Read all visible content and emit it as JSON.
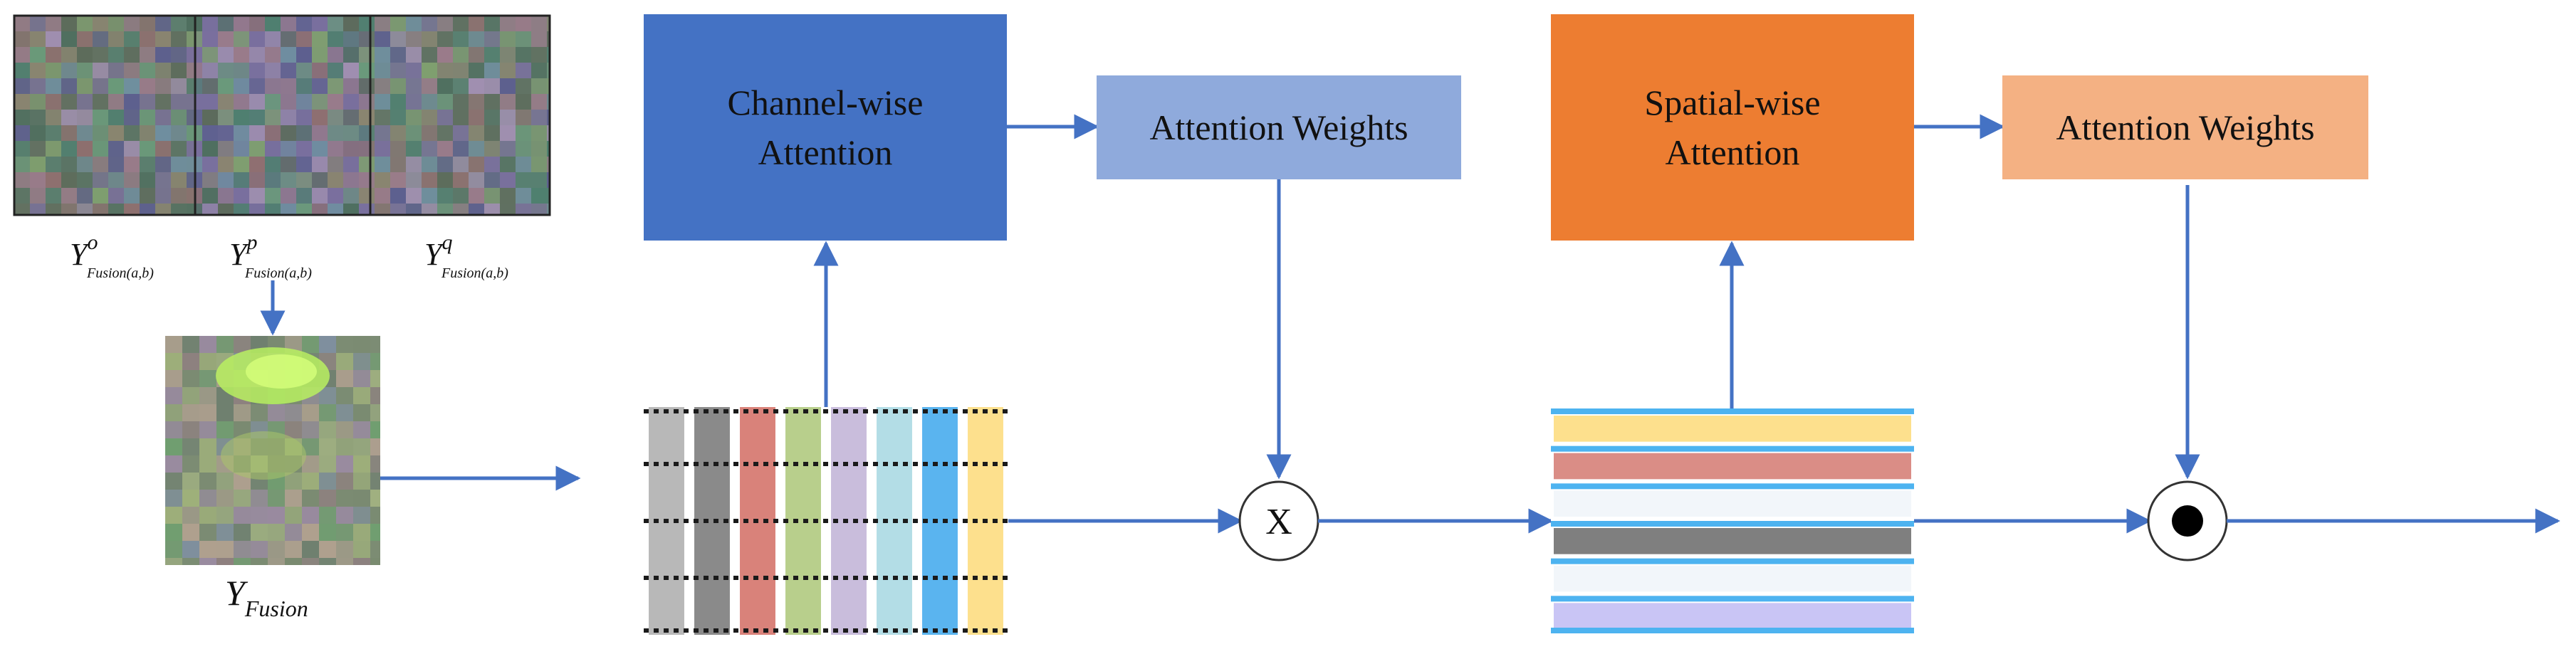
{
  "colors": {
    "arrow": "#4472c4",
    "channel_attention": "#4472c4",
    "channel_weights": "#8faadc",
    "spatial_attention": "#ed7d31",
    "spatial_weights": "#f4b183"
  },
  "inputs": {
    "y_o": {
      "base": "Y",
      "sup": "o",
      "sub": "Fusion(a,b)"
    },
    "y_p": {
      "base": "Y",
      "sup": "p",
      "sub": "Fusion(a,b)"
    },
    "y_q": {
      "base": "Y",
      "sup": "q",
      "sub": "Fusion(a,b)"
    },
    "fusion": {
      "base": "Y",
      "sub": "Fusion"
    }
  },
  "channel_attention": {
    "line1": "Channel-wise",
    "line2": "Attention"
  },
  "channel_weights": {
    "label": "Attention Weights"
  },
  "spatial_attention": {
    "line1": "Spatial-wise",
    "line2": "Attention"
  },
  "spatial_weights": {
    "label": "Attention Weights"
  },
  "multiply_op": {
    "symbol": "X"
  },
  "elementwise_op": {
    "symbol": "●"
  },
  "channel_stripes": [
    "#b8b8b8",
    "#8a8a8a",
    "#d9827a",
    "#b8cf8c",
    "#c9bddc",
    "#b3dde6",
    "#5ab4ef",
    "#fde08d"
  ],
  "spatial_stripes": [
    "#fde08d",
    "#da8d86",
    "#f2f6fa",
    "#7f7f7f",
    "#f2f6fa",
    "#c9c5f5"
  ]
}
